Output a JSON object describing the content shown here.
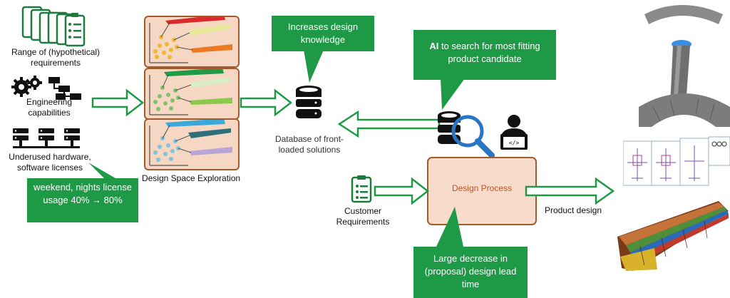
{
  "inputs": {
    "requirements": "Range of (hypothetical) requirements",
    "engineering": "Engineering capabilities",
    "hardware": "Underused hardware, software licenses"
  },
  "callouts": {
    "license_usage": "weekend, nights license usage 40% → 80%",
    "increases": "Increases design knowledge",
    "ai_bold": "AI",
    "ai_rest": " to search for most fitting product candidate",
    "decrease": "Large decrease in (proposal) design lead time"
  },
  "labels": {
    "dse": "Design Space Exploration",
    "database": "Database of front-loaded solutions",
    "design_process": "Design Process",
    "customer_req": "Customer Requirements",
    "product_design": "Product design"
  },
  "colors": {
    "accent_green": "#1e9a46",
    "panel_fill": "#f6d7c3",
    "panel_border": "#a35a2c",
    "process_text": "#c0541d"
  }
}
